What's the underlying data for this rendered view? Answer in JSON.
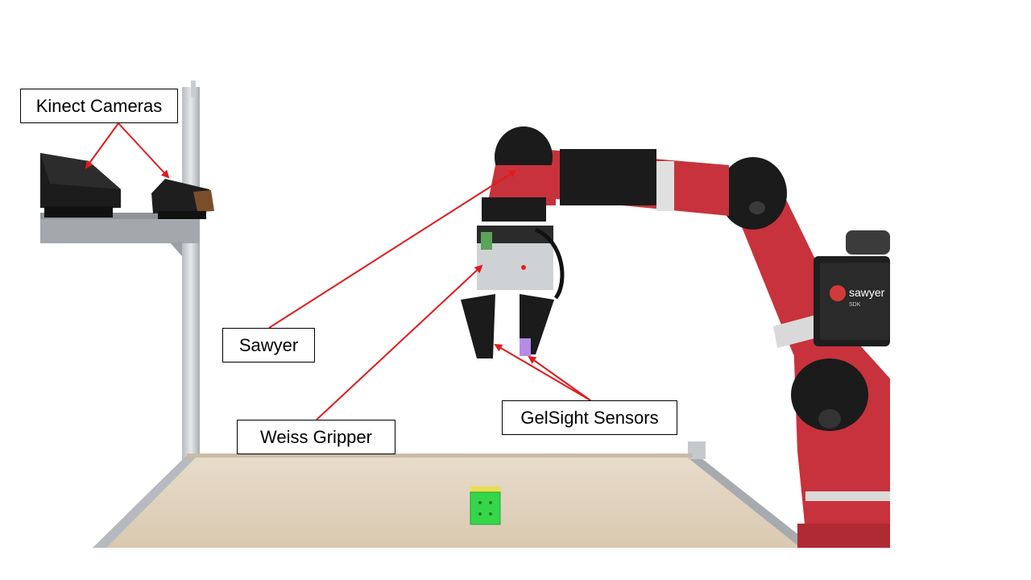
{
  "labels": {
    "kinect": "Kinect Cameras",
    "sawyer": "Sawyer",
    "weiss": "Weiss Gripper",
    "gelsight": "GelSight Sensors"
  },
  "screen": {
    "brand": "sawyer",
    "sub": "SDK"
  },
  "colors": {
    "arrow": "#e31a1c",
    "robot_red": "#c8323c",
    "robot_black": "#1b1b1b",
    "table_top": "#e4d7c3",
    "cube_green": "#35e04a",
    "cube_yellow": "#f2e64a"
  }
}
